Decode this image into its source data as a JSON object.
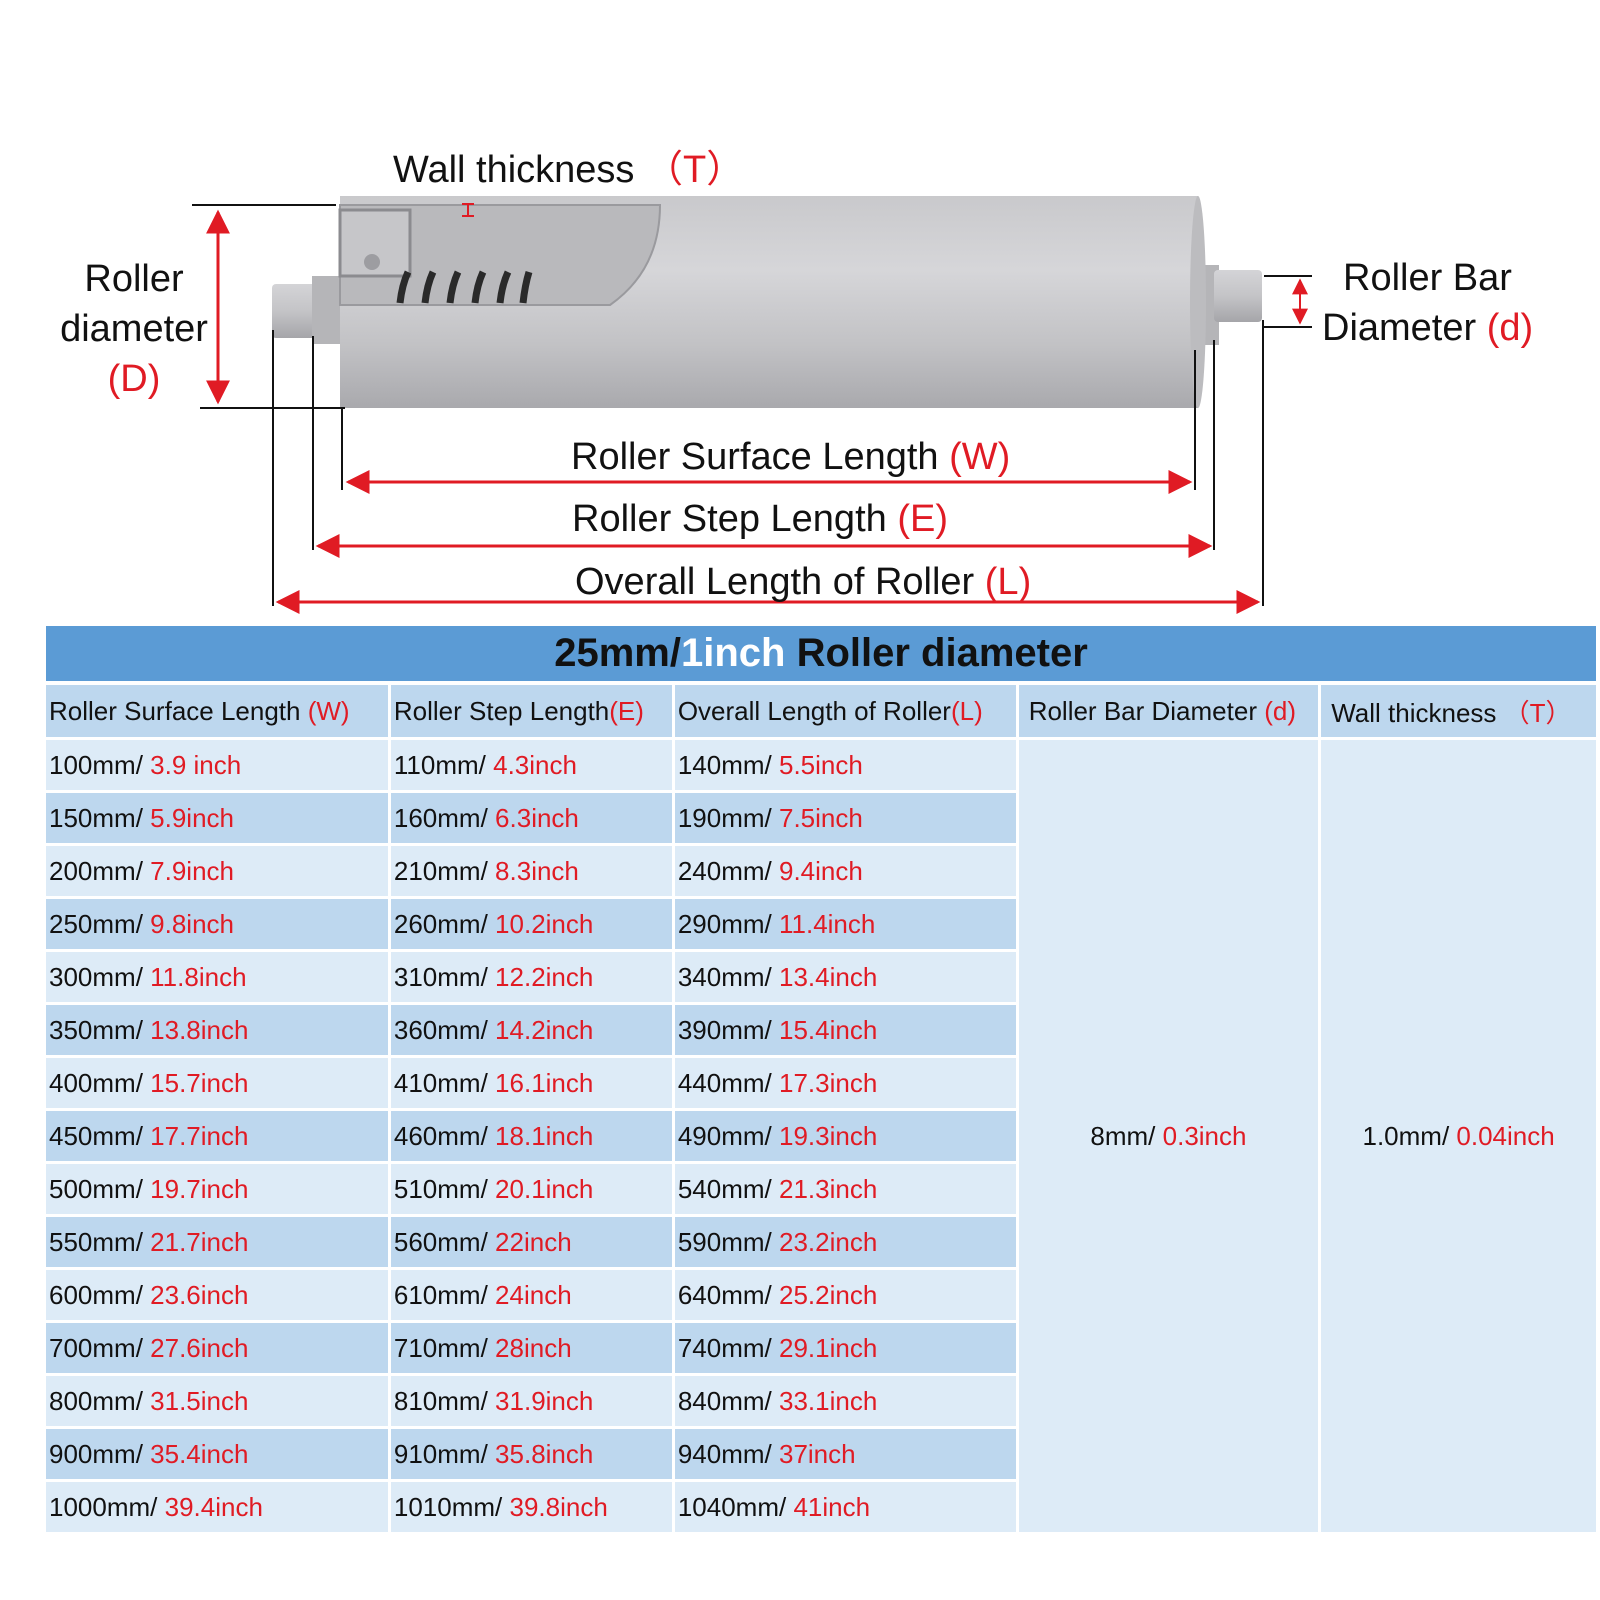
{
  "diagram": {
    "wall_thickness": {
      "text": "Wall thickness",
      "sym": "（T）"
    },
    "roller_diameter": {
      "line1": "Roller",
      "line2": "diameter",
      "sym": "(D)"
    },
    "roller_bar_diameter": {
      "line1": "Roller Bar",
      "line2": "Diameter",
      "sym": "(d)"
    },
    "surface_length": {
      "text": "Roller Surface Length",
      "sym": "(W)"
    },
    "step_length": {
      "text": "Roller Step Length",
      "sym": "(E)"
    },
    "overall_length": {
      "text": "Overall Length of Roller",
      "sym": "(L)"
    }
  },
  "table": {
    "title": {
      "mm": "25mm/",
      "inch": "1inch",
      "rest": " Roller diameter"
    },
    "headers": [
      {
        "text": "Roller Surface Length ",
        "sym": "(W)"
      },
      {
        "text": "Roller Step Length",
        "sym": "(E)"
      },
      {
        "text": "Overall Length of Roller",
        "sym": "(L)"
      },
      {
        "text": "Roller Bar Diameter ",
        "sym": "(d)"
      },
      {
        "text": "Wall thickness ",
        "sym": "（T）"
      }
    ],
    "rows": [
      [
        {
          "mm": "100mm/ ",
          "in": "3.9 inch"
        },
        {
          "mm": "110mm/ ",
          "in": "4.3inch"
        },
        {
          "mm": "140mm/ ",
          "in": "5.5inch"
        }
      ],
      [
        {
          "mm": "150mm/ ",
          "in": "5.9inch"
        },
        {
          "mm": "160mm/ ",
          "in": "6.3inch"
        },
        {
          "mm": "190mm/ ",
          "in": "7.5inch"
        }
      ],
      [
        {
          "mm": "200mm/ ",
          "in": "7.9inch"
        },
        {
          "mm": "210mm/ ",
          "in": "8.3inch"
        },
        {
          "mm": "240mm/ ",
          "in": "9.4inch"
        }
      ],
      [
        {
          "mm": "250mm/ ",
          "in": "9.8inch"
        },
        {
          "mm": "260mm/ ",
          "in": "10.2inch"
        },
        {
          "mm": "290mm/ ",
          "in": "11.4inch"
        }
      ],
      [
        {
          "mm": "300mm/ ",
          "in": "11.8inch"
        },
        {
          "mm": "310mm/ ",
          "in": "12.2inch"
        },
        {
          "mm": "340mm/ ",
          "in": "13.4inch"
        }
      ],
      [
        {
          "mm": "350mm/ ",
          "in": "13.8inch"
        },
        {
          "mm": "360mm/ ",
          "in": "14.2inch"
        },
        {
          "mm": "390mm/ ",
          "in": "15.4inch"
        }
      ],
      [
        {
          "mm": "400mm/ ",
          "in": "15.7inch"
        },
        {
          "mm": "410mm/ ",
          "in": "16.1inch"
        },
        {
          "mm": "440mm/ ",
          "in": "17.3inch"
        }
      ],
      [
        {
          "mm": "450mm/ ",
          "in": "17.7inch"
        },
        {
          "mm": "460mm/ ",
          "in": "18.1inch"
        },
        {
          "mm": "490mm/ ",
          "in": "19.3inch"
        }
      ],
      [
        {
          "mm": "500mm/ ",
          "in": "19.7inch"
        },
        {
          "mm": "510mm/ ",
          "in": "20.1inch"
        },
        {
          "mm": "540mm/ ",
          "in": "21.3inch"
        }
      ],
      [
        {
          "mm": "550mm/ ",
          "in": "21.7inch"
        },
        {
          "mm": "560mm/ ",
          "in": "22inch"
        },
        {
          "mm": "590mm/ ",
          "in": "23.2inch"
        }
      ],
      [
        {
          "mm": "600mm/ ",
          "in": "23.6inch"
        },
        {
          "mm": "610mm/ ",
          "in": "24inch"
        },
        {
          "mm": "640mm/ ",
          "in": "25.2inch"
        }
      ],
      [
        {
          "mm": "700mm/ ",
          "in": "27.6inch"
        },
        {
          "mm": "710mm/ ",
          "in": "28inch"
        },
        {
          "mm": "740mm/ ",
          "in": "29.1inch"
        }
      ],
      [
        {
          "mm": "800mm/ ",
          "in": "31.5inch"
        },
        {
          "mm": "810mm/ ",
          "in": "31.9inch"
        },
        {
          "mm": "840mm/ ",
          "in": "33.1inch"
        }
      ],
      [
        {
          "mm": "900mm/ ",
          "in": "35.4inch"
        },
        {
          "mm": "910mm/ ",
          "in": "35.8inch"
        },
        {
          "mm": "940mm/ ",
          "in": "37inch"
        }
      ],
      [
        {
          "mm": "1000mm/ ",
          "in": "39.4inch"
        },
        {
          "mm": "1010mm/ ",
          "in": "39.8inch"
        },
        {
          "mm": "1040mm/ ",
          "in": "41inch"
        }
      ]
    ],
    "bar_diameter": {
      "mm": "8mm/ ",
      "in": "0.3inch"
    },
    "wall_thickness": {
      "mm": "1.0mm/ ",
      "in": "0.04inch"
    }
  }
}
